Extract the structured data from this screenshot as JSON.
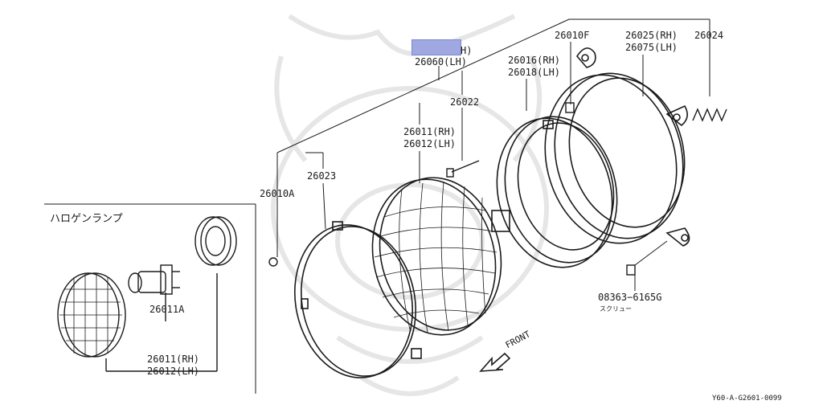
{
  "labels": {
    "p26060_top_suffix": "H)",
    "p26060_lh": "26060(LH)",
    "p26022": "26022",
    "p26010f": "26010F",
    "p26016_rh": "26016(RH)",
    "p26018_lh": "26018(LH)",
    "p26025_rh": "26025(RH)",
    "p26075_lh": "26075(LH)",
    "p26024": "26024",
    "p26011_rh": "26011(RH)",
    "p26012_lh": "26012(LH)",
    "p26023": "26023",
    "p26010a": "26010A",
    "halogen_lamp": "ハロゲンランプ",
    "p26011a": "26011A",
    "inset_26011_rh": "26011(RH)",
    "inset_26012_lh": "26012(LH)",
    "p08363": "08363−6165G",
    "screw_jp": "スクリュー",
    "front": "FRONT",
    "diagram_code": "Y60-A-G2601-0099"
  },
  "colors": {
    "ink": "#1a1a1a",
    "watermark": "#d9d9d9",
    "redaction": "#9fa8e0"
  }
}
